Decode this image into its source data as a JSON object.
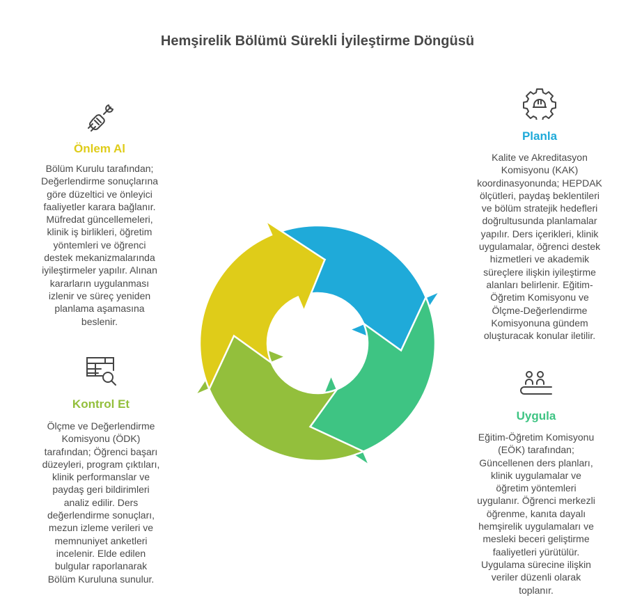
{
  "title": "Hemşirelik Bölümü Sürekli İyileştirme Döngüsü",
  "colors": {
    "planla": "#1FAAD9",
    "uygula": "#3EC483",
    "kontrol": "#93BF3C",
    "onlem": "#DFCC19"
  },
  "stages": {
    "onlem": {
      "icon": "hand-wrench-icon",
      "title": "Önlem Al",
      "text": "Bölüm Kurulu tarafından;\nDeğerlendirme sonuçlarına\ngöre düzeltici ve önleyici\nfaaliyetler karara bağlanır.\nMüfredat güncellemeleri,\nklinik iş birlikleri, öğretim\nyöntemleri ve öğrenci\ndestek mekanizmalarında\niyileştirmeler yapılır. Alınan\nkararların uygulanması\nizlenir ve süreç yeniden\nplanlama aşamasına\nbeslenir."
    },
    "planla": {
      "icon": "gear-hardhat-icon",
      "title": "Planla",
      "text": "Kalite ve Akreditasyon\nKomisyonu (KAK)\nkoordinasyonunda; HEPDAK\nölçütleri, paydaş beklentileri\nve bölüm stratejik hedefleri\ndoğrultusunda planlamalar\nyapılır. Ders içerikleri, klinik\nuygulamalar, öğrenci destek\nhizmetleri ve akademik\nsüreçlere ilişkin iyileştirme\nalanları belirlenir. Eğitim-\nÖğretim Komisyonu ve\nÖlçme-Değerlendirme\nKomisyonuna gündem\noluşturacak konular iletilir."
    },
    "kontrol": {
      "icon": "table-search-icon",
      "title": "Kontrol Et",
      "text": "Ölçme ve Değerlendirme\nKomisyonu (ÖDK)\ntarafından; Öğrenci başarı\ndüzeyleri, program çıktıları,\nklinik performanslar ve\npaydaş geri bildirimleri\nanaliz edilir. Ders\ndeğerlendirme sonuçları,\nmezun izleme verileri ve\nmemnuniyet anketleri\nincelenir. Elde edilen\nbulgular raporlanarak\nBölüm Kuruluna sunulur."
    },
    "uygula": {
      "icon": "people-table-icon",
      "title": "Uygula",
      "text": "Eğitim-Öğretim Komisyonu\n(EÖK) tarafından;\nGüncellenen ders planları,\nklinik uygulamalar ve\nöğretim yöntemleri\nuygulanır. Öğrenci merkezli\nöğrenme, kanıta dayalı\nhemşirelik uygulamaları ve\nmesleki beceri geliştirme\nfaaliyetleri yürütülür.\nUygulama sürecine ilişkin\nveriler düzenli olarak\ntoplanır."
    }
  }
}
